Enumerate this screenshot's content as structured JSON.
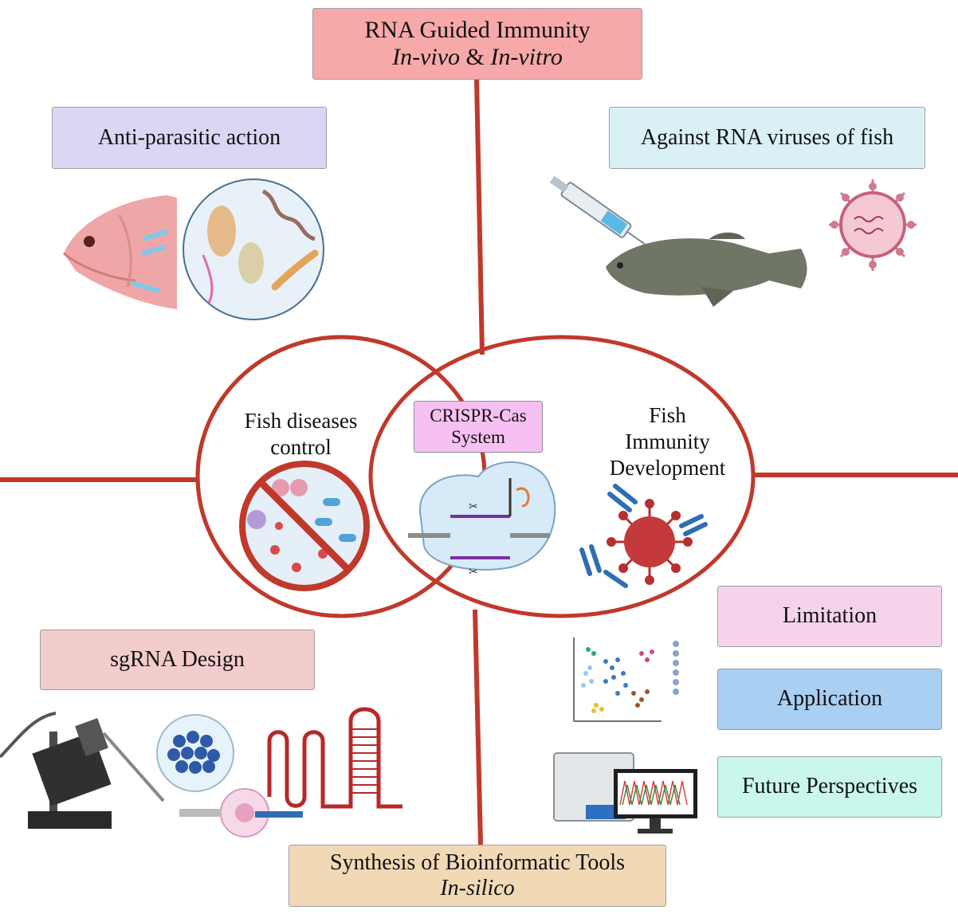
{
  "top_box": {
    "line1": "RNA Guided Immunity",
    "line2_a": "In-vivo",
    "line2_amp": " & ",
    "line2_b": "In-vitro"
  },
  "left_top_box": {
    "label": "Anti-parasitic action"
  },
  "right_top_box": {
    "label": "Against RNA viruses of fish"
  },
  "left_circle_label": {
    "line1": "Fish diseases",
    "line2": "control"
  },
  "center_box": {
    "line1": "CRISPR-Cas",
    "line2": "System"
  },
  "right_circle_label": {
    "line1": "Fish",
    "line2": "Immunity",
    "line3": "Development"
  },
  "right_boxes": [
    {
      "label": "Limitation",
      "color": "#f6d3ea"
    },
    {
      "label": "Application",
      "color": "#a9cff2"
    },
    {
      "label": "Future Perspectives",
      "color": "#c9f7ee"
    }
  ],
  "left_bottom_box": {
    "label": "sgRNA Design"
  },
  "bottom_box": {
    "line1": "Synthesis of Bioinformatic Tools",
    "line2": "In-silico"
  },
  "colors": {
    "accent_red": "#c0392b",
    "top_box": "#f7a9a9",
    "left_top_box": "#dcd6f5",
    "right_top_box": "#d9f1f5",
    "center_box": "#f7c0f2",
    "left_bottom_box": "#f3cccc",
    "bottom_box": "#f1d9b6"
  },
  "icons": [
    "fish-head-with-parasites-icon",
    "parasites-circle-icon",
    "syringe-icon",
    "fish-icon",
    "virus-icon",
    "no-pathogens-icon",
    "crispr-cas-complex-icon",
    "antibody-virus-icon",
    "tsne-plot-icon",
    "sequencer-icon",
    "microinjector-icon",
    "petri-dish-icon",
    "sgrna-hairpin-icon"
  ]
}
